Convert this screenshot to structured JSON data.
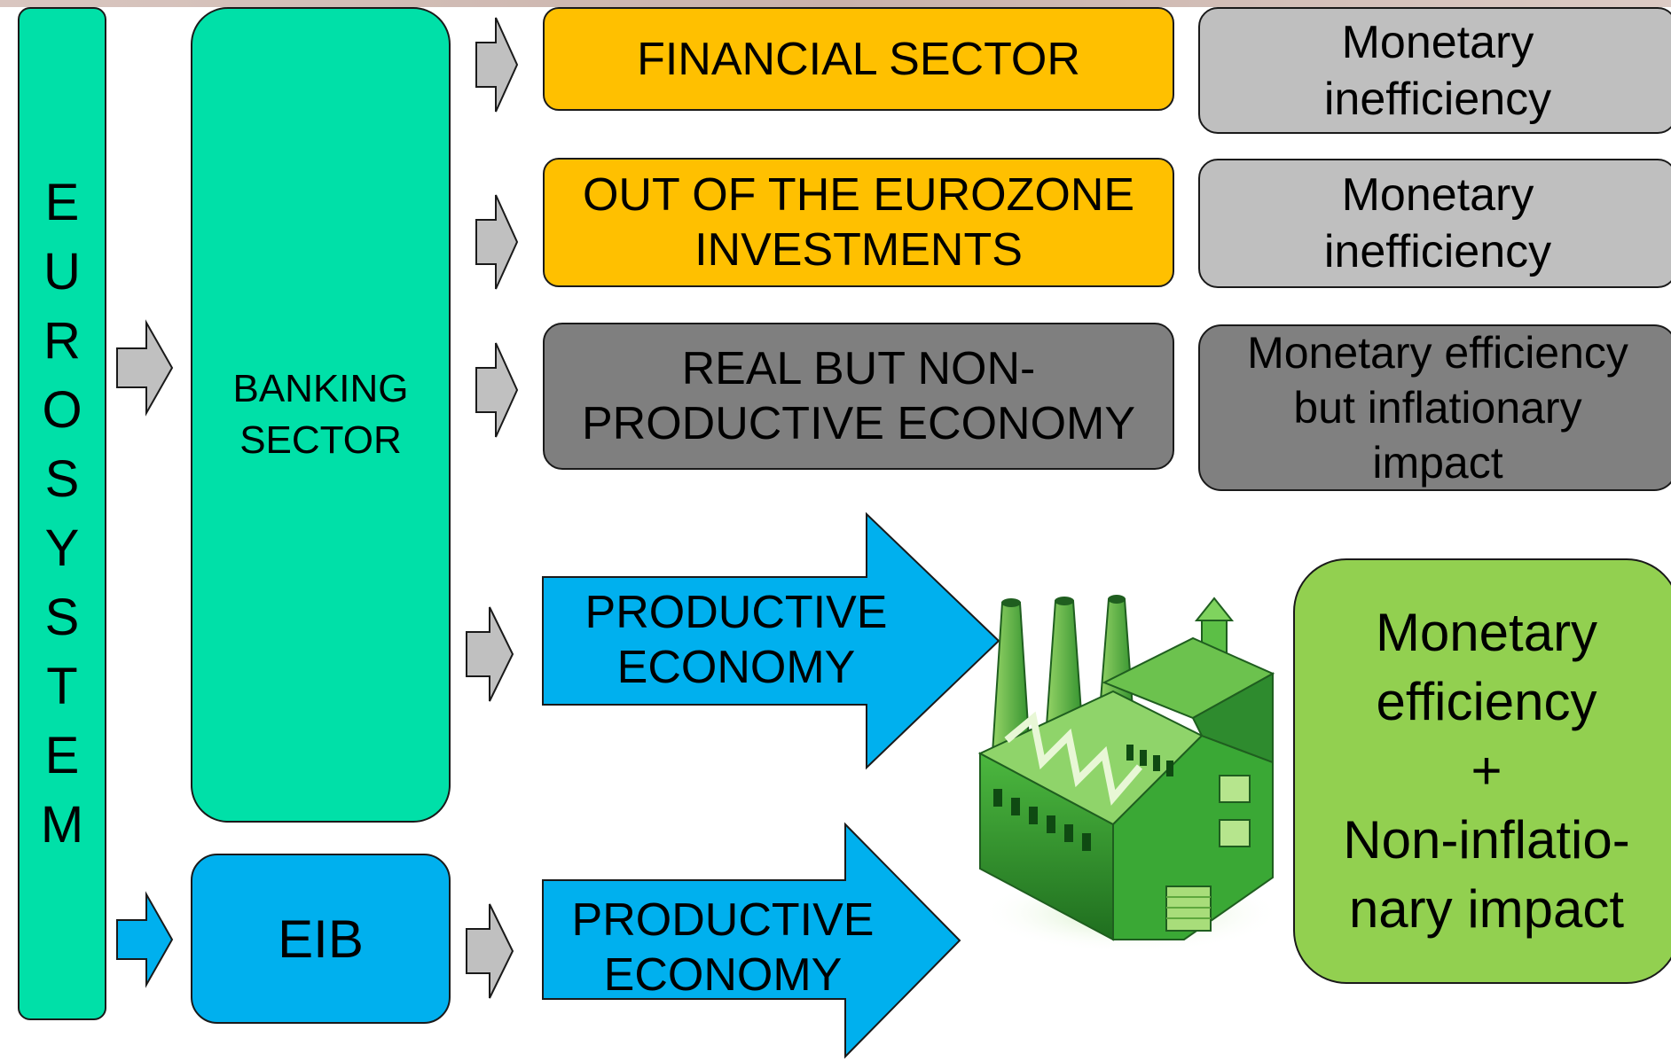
{
  "eurosystem": {
    "letters": [
      "E",
      "U",
      "R",
      "O",
      "S",
      "Y",
      "S",
      "T",
      "E",
      "M"
    ]
  },
  "banking_sector": {
    "label": "BANKING\nSECTOR"
  },
  "eib": {
    "label": "EIB"
  },
  "destinations": {
    "financial_sector": "FINANCIAL SECTOR",
    "out_of_eurozone": "OUT OF THE EUROZONE\nINVESTMENTS",
    "real_non_productive": "REAL BUT NON-\nPRODUCTIVE ECONOMY",
    "productive_economy_bank": "PRODUCTIVE\nECONOMY",
    "productive_economy_eib": "PRODUCTIVE\nECONOMY"
  },
  "outcomes": {
    "financial_sector": "Monetary\ninefficiency",
    "out_of_eurozone": "Monetary\ninefficiency",
    "real_non_productive": "Monetary efficiency\nbut inflationary\nimpact",
    "productive": "Monetary\nefficiency\n+\nNon-inflatio-\nnary impact"
  },
  "icons": {
    "factory": "factory-icon",
    "flow_arrow": "block-arrow-right-icon"
  },
  "colors": {
    "eurosystem": "#00e0a8",
    "banking": "#00e0a8",
    "eib": "#00b0ee",
    "financial": "#ffc000",
    "real_non_productive": "#7f7f7f",
    "inefficiency": "#bfbfbf",
    "productive_arrow": "#00b0ee",
    "final_outcome": "#92d050",
    "small_arrow": "#c0c0c0",
    "factory_green": "#3aa835"
  }
}
